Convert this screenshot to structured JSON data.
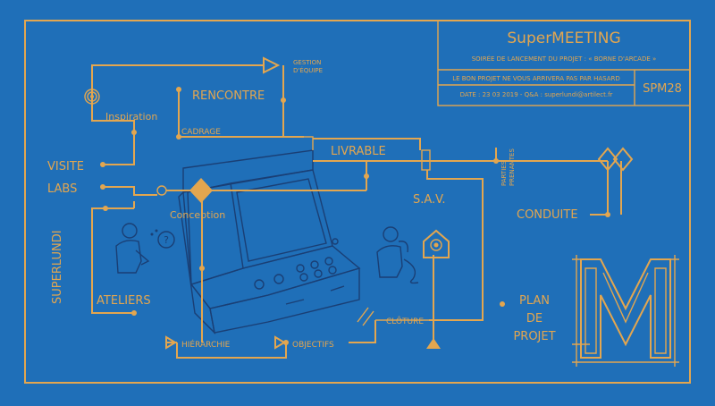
{
  "title_block": {
    "title": "SuperMEETING",
    "subtitle": "SOIRÉE DE LANCEMENT DU PROJET : « BORNE D'ARCADE »",
    "tagline": "LE BON PROJET NE VOUS ARRIVERA PAS PAR HASARD",
    "date_line": "DATE : 23 03 2019  -  Q&A : superlundi@artilect.fr",
    "code": "SPM28"
  },
  "labels": {
    "gestion_1": "GESTION",
    "gestion_2": "D'ÉQUIPE",
    "rencontre": "RENCONTRE",
    "inspiration": "Inspiration",
    "cadrage": "CADRAGE",
    "livrable": "LIVRABLE",
    "visite": "VISITE",
    "labs": "LABS",
    "conception": "Conception",
    "sav": "S.A.V.",
    "parties_1": "PARTIES",
    "parties_2": "PRENANTES",
    "conduite": "CONDUITE",
    "superlundi": "SUPERLUNDI",
    "ateliers": "ATELIERS",
    "plan_1": "PLAN",
    "plan_2": "DE",
    "plan_3": "PROJET",
    "cloture": "CLÔTURE",
    "hierarchie": "HIÉRARCHIE",
    "objectifs": "OBJECTIFS",
    "question": "?"
  },
  "colors": {
    "background": "#1f6fb8",
    "line": "#e3a64f",
    "ink": "#1a3f75"
  }
}
